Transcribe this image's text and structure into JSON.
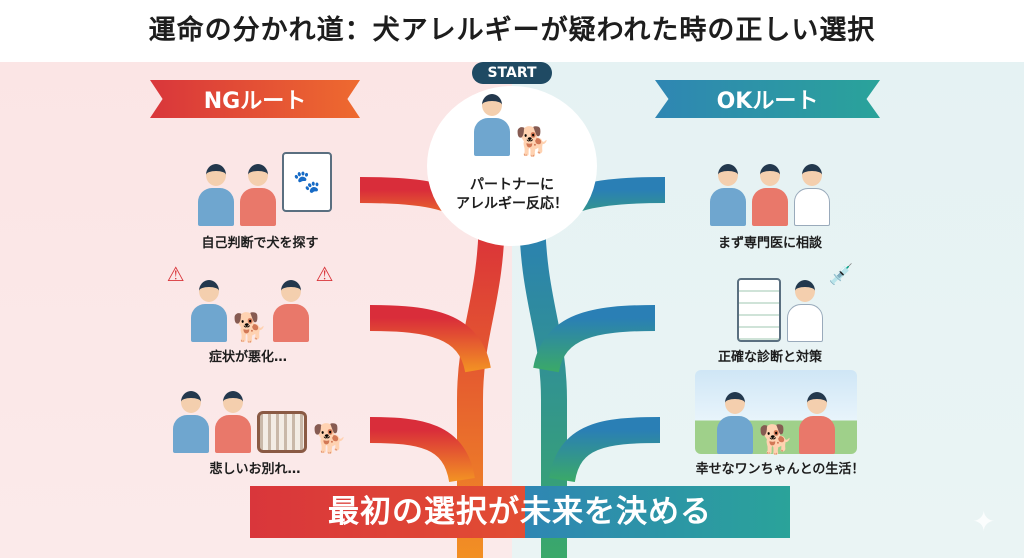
{
  "title": "運命の分かれ道：犬アレルギーが疑われた時の正しい選択",
  "start": {
    "badge": "START",
    "text_line1": "パートナーに",
    "text_line2": "アレルギー反応！"
  },
  "ng_route": {
    "label": "NGルート",
    "color": "#d9363b",
    "steps": [
      {
        "label": "自己判断で犬を探す",
        "icon": "phone-search-icon"
      },
      {
        "label": "症状が悪化…",
        "icon": "warning-icon"
      },
      {
        "label": "悲しいお別れ…",
        "icon": "pet-carrier-icon"
      }
    ]
  },
  "ok_route": {
    "label": "OKルート",
    "color": "#2f86b3",
    "steps": [
      {
        "label": "まず専門医に相談",
        "icon": "doctor-clipboard-icon"
      },
      {
        "label": "正確な診断と対策",
        "icon": "diagnosis-icon"
      },
      {
        "label": "幸せなワンちゃんとの生活！",
        "icon": "happy-walk-icon"
      }
    ]
  },
  "footer": {
    "banner": "最初の選択が未来を決める"
  }
}
